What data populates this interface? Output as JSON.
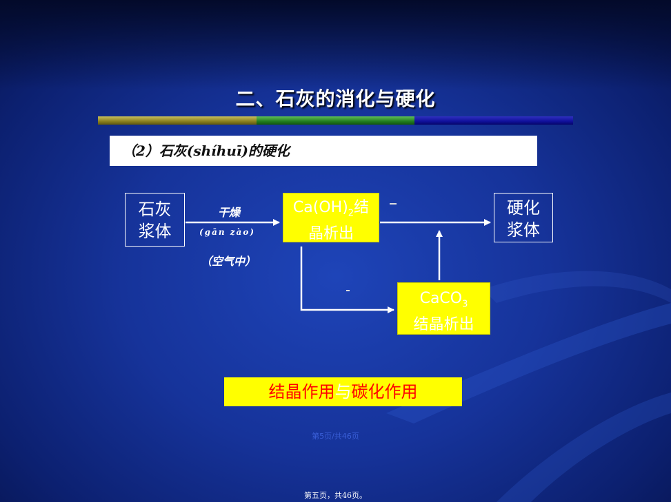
{
  "slide": {
    "title": "二、石灰的消化与硬化",
    "subtitle": "（2）石灰(shíhuī)的硬化",
    "colors": {
      "background": "#16339a",
      "bar_olive": "#8a8020",
      "bar_green": "#227d20",
      "bar_navy": "#10109a",
      "highlight": "#ffff00",
      "red_text": "#ff0000"
    }
  },
  "diagram": {
    "lime_paste": [
      "石灰",
      "浆体"
    ],
    "drying_label": "干燥",
    "drying_pinyin": "(gān zào)",
    "air_label": "（空气中）",
    "crystal_box": {
      "formula_pre": "Ca(OH)",
      "formula_sub": "2",
      "line1_suffix": "结",
      "line2": "晶析出"
    },
    "carbonate_box": {
      "formula_pre": "CaCO",
      "formula_sub": "3",
      "line2": "结晶析出"
    },
    "hardened_paste": [
      "硬化",
      "浆体"
    ]
  },
  "result": {
    "part1": "结晶作用",
    "connector": "与",
    "part2": "碳化作用"
  },
  "page_indicator": "第5页/共46页",
  "footer": "第五页，共46页。"
}
